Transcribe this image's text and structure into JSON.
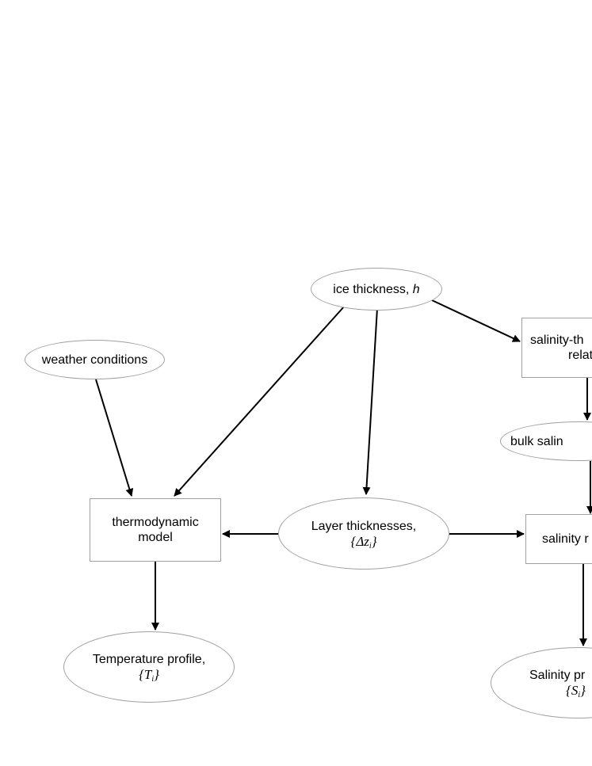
{
  "nodes": {
    "ice_thickness": {
      "label": "ice thickness, ",
      "var": "h"
    },
    "weather": {
      "label": "weather conditions"
    },
    "thermo": {
      "line1": "thermodynamic",
      "line2": "model"
    },
    "layers": {
      "line1": "Layer thicknesses,",
      "open": "{",
      "var": "Δz",
      "sub": "i",
      "close": "}"
    },
    "temperature": {
      "line1": "Temperature profile,",
      "open": "{",
      "var": "T",
      "sub": "i",
      "close": "}"
    },
    "sal_thick": {
      "line1": "salinity-th",
      "line2": "relati"
    },
    "bulk": {
      "label": "bulk salin"
    },
    "sal_model": {
      "label": "salinity r"
    },
    "sal_profile": {
      "line1": "Salinity pr",
      "open": "{",
      "var": "S",
      "sub": "i",
      "close": "}"
    }
  }
}
